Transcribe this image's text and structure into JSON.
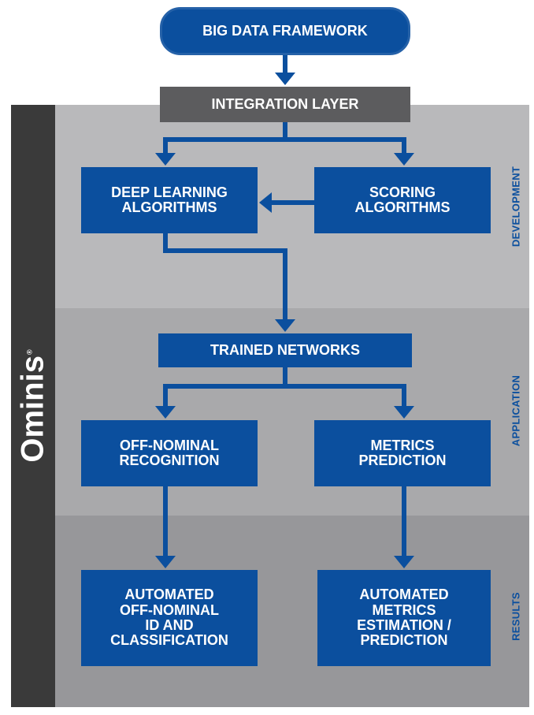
{
  "top": {
    "framework": "BIG DATA FRAMEWORK",
    "integration": "INTEGRATION LAYER"
  },
  "brand": {
    "name": "Ominis",
    "mark": "®"
  },
  "sections": {
    "development": "DEVELOPMENT",
    "application": "APPLICATION",
    "results": "RESULTS"
  },
  "boxes": {
    "deep_learning": "DEEP LEARNING\nALGORITHMS",
    "scoring": "SCORING\nALGORITHMS",
    "trained": "TRAINED NETWORKS",
    "off_nominal": "OFF-NOMINAL\nRECOGNITION",
    "metrics": "METRICS\nPREDICTION",
    "auto_id": "AUTOMATED\nOFF-NOMINAL\nID AND\nCLASSIFICATION",
    "auto_metrics": "AUTOMATED\nMETRICS\nESTIMATION /\nPREDICTION"
  },
  "colors": {
    "box": "#0b4f9e",
    "arrow": "#0b4f9e",
    "integration": "#5c5c5e",
    "dev_band": "#b9b9bb",
    "app_band": "#a9a9ab",
    "res_band": "#97979a",
    "sidebar": "#3a3a3a"
  }
}
